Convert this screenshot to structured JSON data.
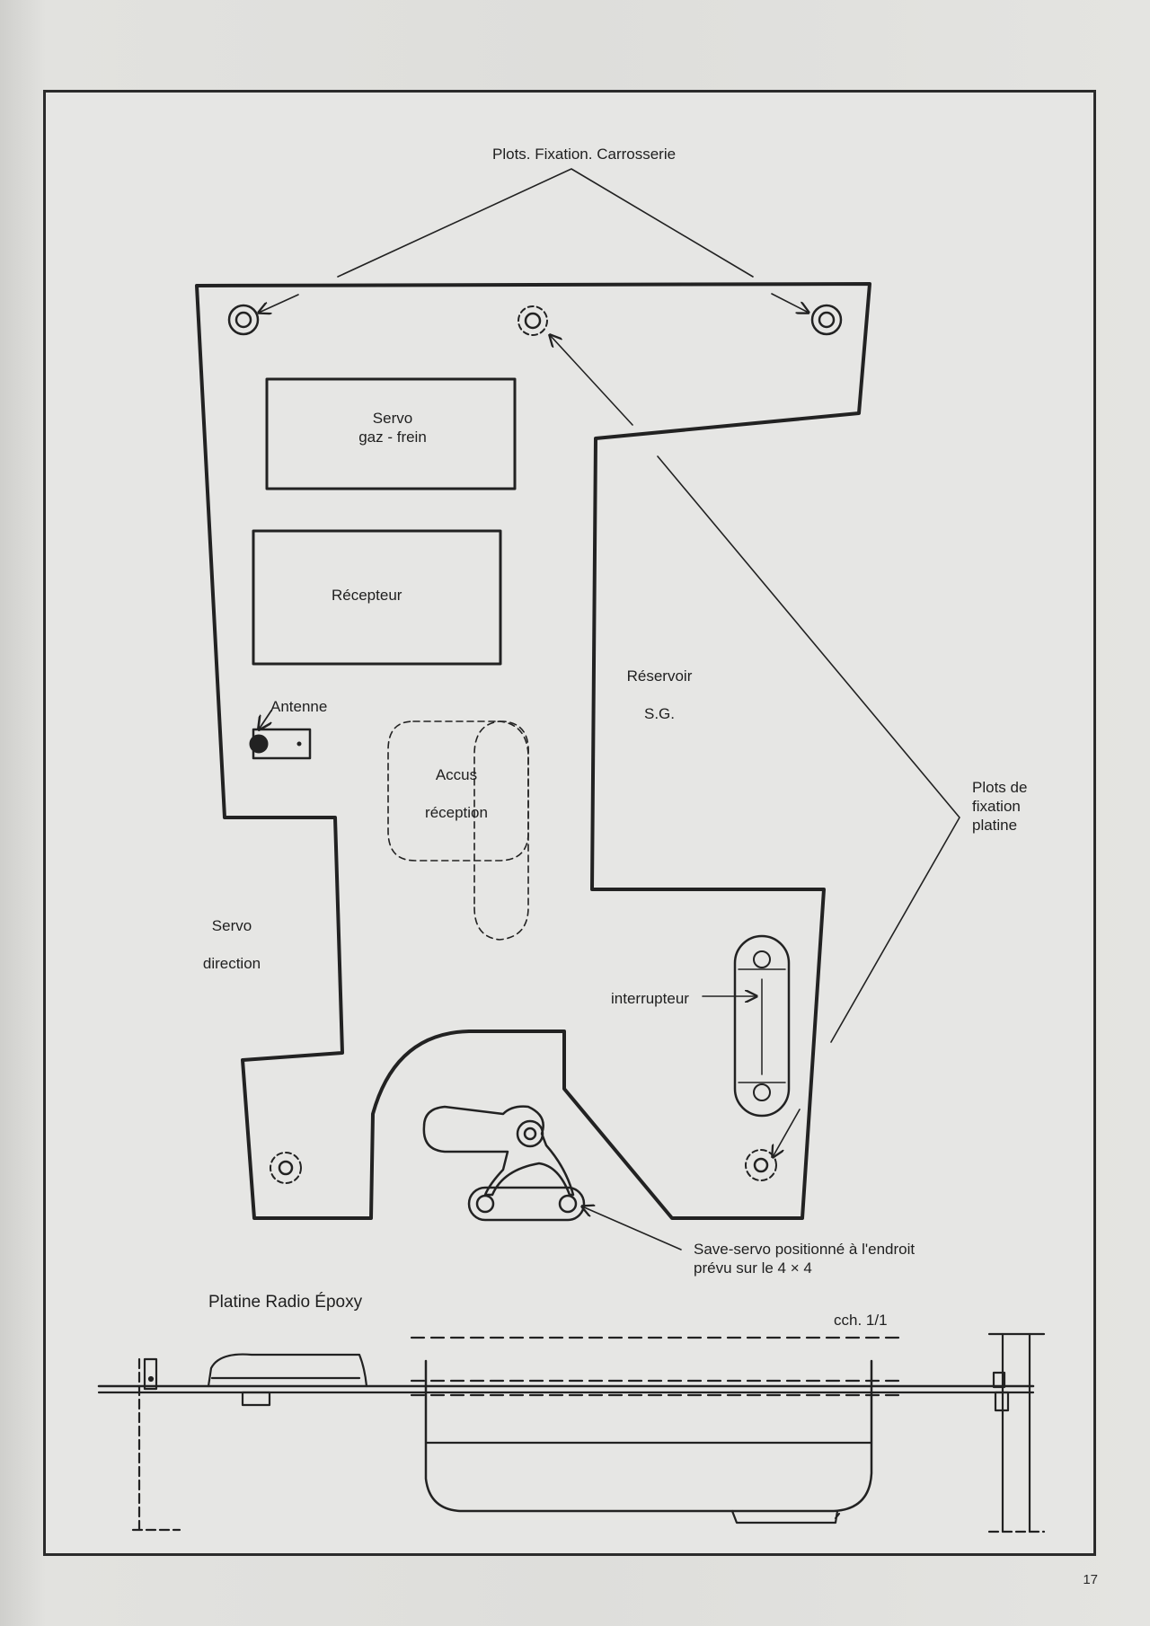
{
  "labels": {
    "plots_carrosserie": "Plots. Fixation. Carrosserie",
    "servo_gaz_line1": "Servo",
    "servo_gaz_line2": "gaz - frein",
    "recepteur": "Récepteur",
    "antenne": "Antenne",
    "accus_line1": "Accus",
    "accus_line2": "réception",
    "reservoir_line1": "Réservoir",
    "reservoir_line2": "S.G.",
    "plots_platine_line1": "Plots de",
    "plots_platine_line2": "fixation",
    "plots_platine_line3": "platine",
    "servo_dir_line1": "Servo",
    "servo_dir_line2": "direction",
    "interrupteur": "interrupteur",
    "save_servo_line1": "Save-servo positionné à l'endroit",
    "save_servo_line2": "prévu sur le 4 × 4",
    "platine_title": "Platine Radio Époxy",
    "scale": "cch. 1/1"
  },
  "page_number": "17"
}
